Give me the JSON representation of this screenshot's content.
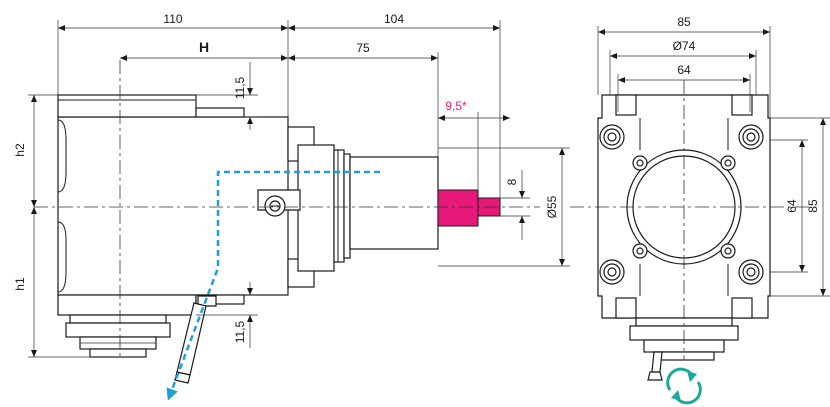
{
  "dimensions": {
    "overall_width_left": "110",
    "overall_width_right": "104",
    "h_label": "H",
    "spindle_length": "75",
    "offset_top": "11,5",
    "offset_bottom": "11,5",
    "shaft_offset": "9,5*",
    "shaft_diameter": "8",
    "collar_diameter": "Ø55",
    "height_top": "h2",
    "height_bottom": "h1",
    "side_width": "85",
    "side_bolt_circle": "Ø74",
    "side_bolt_spacing_h": "64",
    "side_bolt_spacing_v": "64",
    "side_height": "85"
  },
  "colors": {
    "accent_magenta": "#e6197a",
    "coolant_blue": "#1e9fd8",
    "rotation_teal": "#1aa89a",
    "line": "#1a1a1a"
  },
  "icons": {
    "coolant": "dashed-arrow-icon",
    "rotation": "rotation-arrows-icon"
  }
}
